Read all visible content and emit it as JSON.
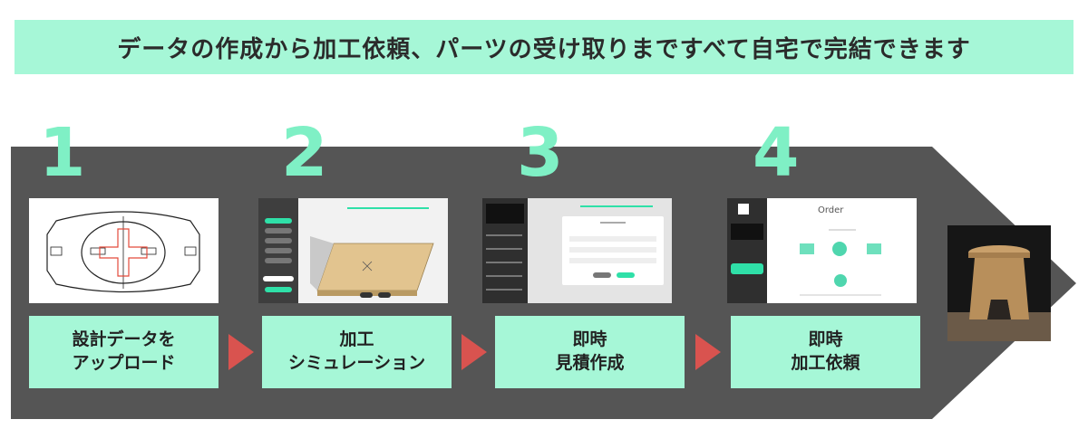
{
  "banner": {
    "text": "データの作成から加工依頼、パーツの受け取りまですべて自宅で完結できます"
  },
  "steps": [
    {
      "number": "1",
      "label_lines": [
        "設計データを",
        "アップロード"
      ]
    },
    {
      "number": "2",
      "label_lines": [
        "加工",
        "シミュレーション"
      ]
    },
    {
      "number": "3",
      "label_lines": [
        "即時",
        "見積作成"
      ]
    },
    {
      "number": "4",
      "label_lines": [
        "即時",
        "加工依頼"
      ]
    }
  ],
  "screens": {
    "order_title": "Order"
  },
  "colors": {
    "banner_bg": "#a6f7d7",
    "band_bg": "#555555",
    "number": "#7ff0c5",
    "label_bg": "#a6f7d7",
    "arrow": "#d9534f",
    "accent": "#2fe0a8"
  },
  "icons": [
    "stool-photo",
    "cad-drawing",
    "simulation-screen",
    "estimate-screen",
    "order-screen",
    "next-arrow-icon"
  ]
}
